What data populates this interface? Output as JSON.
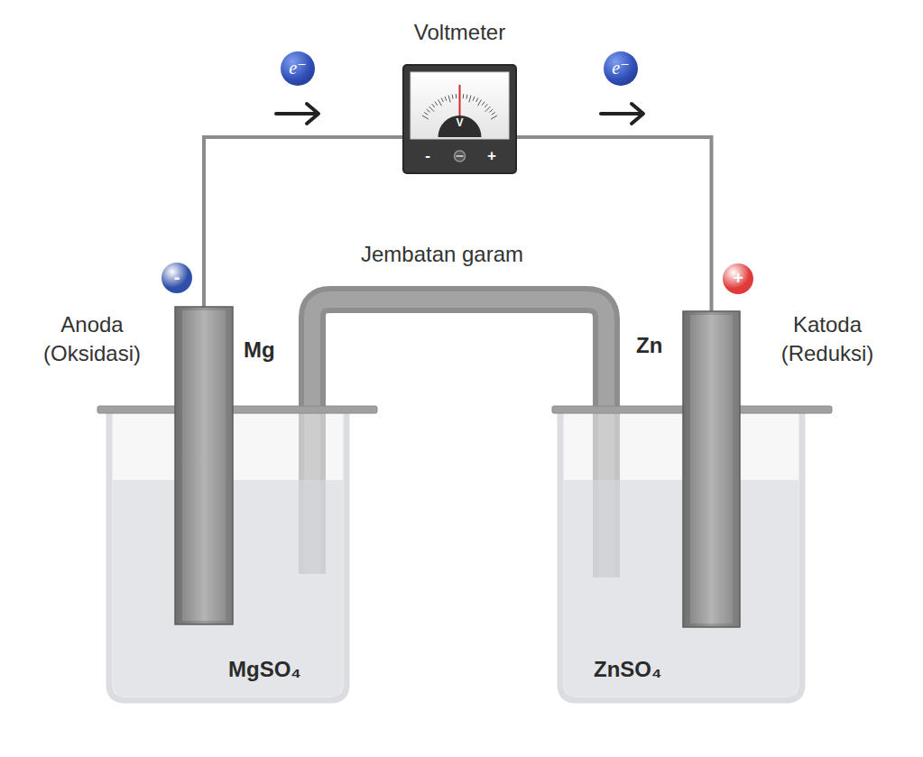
{
  "diagram": {
    "nodes": [
      {
        "text": [
          "Voltmeter",
          "V",
          "-",
          "+"
        ]
      },
      {
        "text": [
          "Jembatan garam"
        ]
      },
      {
        "text": [
          "MgSO₄"
        ]
      },
      {
        "text": [
          "Mg"
        ],
        "in": 2
      },
      {
        "text": [
          "ZnSO₄"
        ]
      },
      {
        "text": [
          "Zn"
        ],
        "in": 4
      }
    ],
    "edges": [
      {
        "from": 3,
        "to": 0,
        "arrow": "none"
      },
      {
        "from": 0,
        "to": 5,
        "arrow": "none"
      }
    ],
    "labels": [
      "e⁻",
      "e⁻",
      "-",
      "+",
      "Anoda (Oksidasi)",
      "Katoda (Reduksi)"
    ]
  }
}
